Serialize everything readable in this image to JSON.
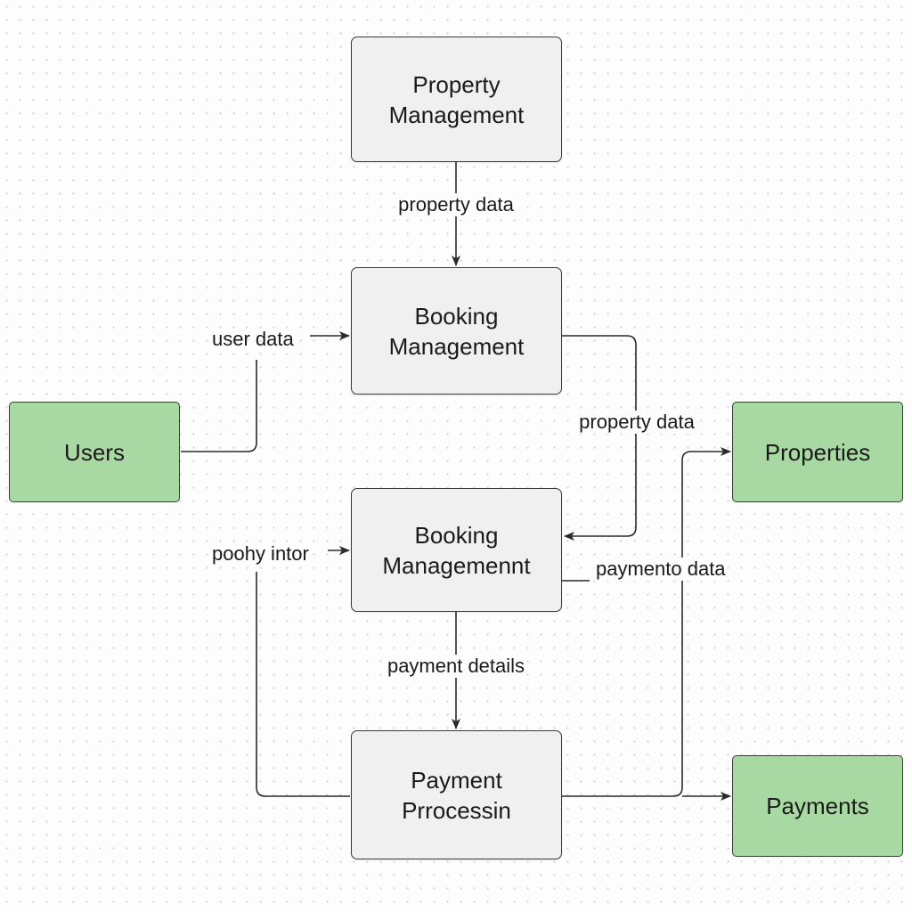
{
  "nodes": {
    "property_management": "Property\nManagement",
    "booking_management_1": "Booking\nManagement",
    "booking_management_2": "Booking\nManagemennt",
    "payment_processing": "Payment\nPrrocessin",
    "users": "Users",
    "properties": "Properties",
    "payments": "Payments"
  },
  "edge_labels": {
    "property_to_booking": "property data",
    "users_to_booking": "user data",
    "booking1_to_booking2": "property data",
    "left_to_booking2": "poohy intor",
    "booking2_to_properties": "paymento data",
    "booking2_to_payment": "payment details"
  },
  "colors": {
    "process_fill": "#f0f0f0",
    "entity_fill": "#a9d9a2",
    "stroke": "#3a3a3a"
  }
}
